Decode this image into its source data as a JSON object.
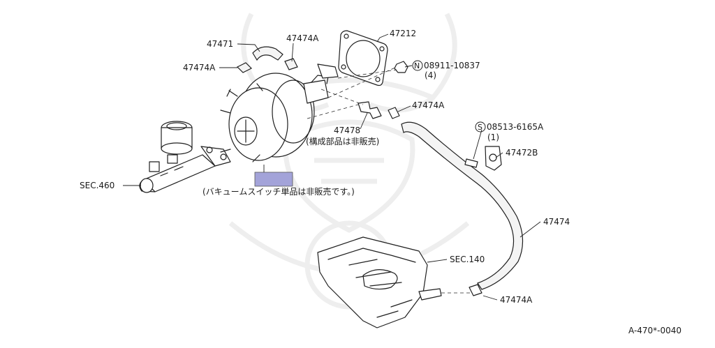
{
  "diagram": {
    "callouts": {
      "p47471": "47471",
      "p47474a_top": "47474A",
      "p47474a_left": "47474A",
      "p47212": "47212",
      "p08911_code": "08911-10837",
      "p08911_prefix": "N",
      "p08911_qty": "(4)",
      "p47474a_mid": "47474A",
      "p47478": "47478",
      "p47478_note": "(構成部品は非販売)",
      "p08513_code": "08513-6165A",
      "p08513_prefix": "S",
      "p08513_qty": "(1)",
      "p47472b": "47472B",
      "p47474": "47474",
      "sec460": "SEC.460",
      "sec140": "SEC.140",
      "p47474a_bottom": "47474A",
      "switch_note": "(バキュームスイッチ単品は非販売です。)"
    },
    "diagram_code": "A-470*-0040",
    "colors": {
      "ink": "#1f1f1f",
      "highlight": "#a3a3d9",
      "watermark": "#eeeeee"
    }
  }
}
